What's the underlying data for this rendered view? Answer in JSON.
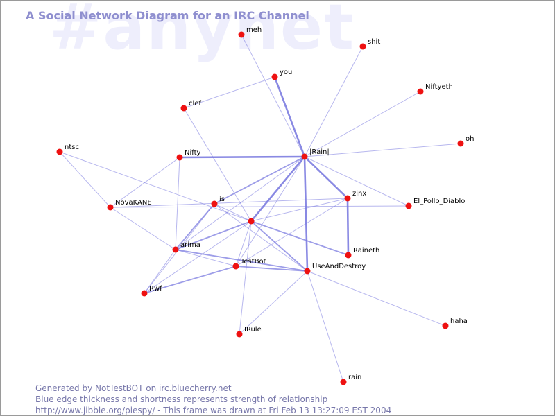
{
  "watermark": "#anynet",
  "title": "A Social Network Diagram for an IRC Channel",
  "footer": {
    "line1": "Generated by NotTestBOT on irc.bluecherry.net",
    "line2": "Blue edge thickness and shortness represents strength of relationship",
    "line3": "http://www.jibble.org/piespy/ - This frame was drawn at Fri Feb 13 13:27:09 EST 2004"
  },
  "colors": {
    "node": "#ee1111",
    "edge": "#7c7ce0",
    "label": "#000000"
  },
  "nodes": [
    {
      "id": "meh",
      "label": "meh"
    },
    {
      "id": "shit",
      "label": "shit"
    },
    {
      "id": "you",
      "label": "you"
    },
    {
      "id": "Niftyeth",
      "label": "Niftyeth"
    },
    {
      "id": "clef",
      "label": "clef"
    },
    {
      "id": "oh",
      "label": "oh"
    },
    {
      "id": "ntsc",
      "label": "ntsc"
    },
    {
      "id": "Nifty",
      "label": "Nifty"
    },
    {
      "id": "Rain",
      "label": "|Rain|"
    },
    {
      "id": "zinx",
      "label": "zinx"
    },
    {
      "id": "El_Pollo_Diablo",
      "label": "El_Pollo_Diablo"
    },
    {
      "id": "is",
      "label": "is"
    },
    {
      "id": "NovaKANE",
      "label": "NovaKANE"
    },
    {
      "id": "i",
      "label": "i"
    },
    {
      "id": "arima",
      "label": "arima"
    },
    {
      "id": "Raineth",
      "label": "Raineth"
    },
    {
      "id": "TestBot",
      "label": "TestBot"
    },
    {
      "id": "UseAndDestroy",
      "label": "UseAndDestroy"
    },
    {
      "id": "Rwf",
      "label": "Rwf"
    },
    {
      "id": "haha",
      "label": "haha"
    },
    {
      "id": "IRule",
      "label": "IRule"
    },
    {
      "id": "rain",
      "label": "rain"
    }
  ],
  "edges": [
    {
      "source": "Rain",
      "target": "meh",
      "weight": 1
    },
    {
      "source": "Rain",
      "target": "shit",
      "weight": 1
    },
    {
      "source": "Rain",
      "target": "you",
      "weight": 3
    },
    {
      "source": "Rain",
      "target": "Niftyeth",
      "weight": 1
    },
    {
      "source": "Rain",
      "target": "oh",
      "weight": 1
    },
    {
      "source": "Rain",
      "target": "Nifty",
      "weight": 3
    },
    {
      "source": "Rain",
      "target": "zinx",
      "weight": 3
    },
    {
      "source": "Rain",
      "target": "El_Pollo_Diablo",
      "weight": 1
    },
    {
      "source": "Rain",
      "target": "is",
      "weight": 2
    },
    {
      "source": "Rain",
      "target": "i",
      "weight": 3
    },
    {
      "source": "Rain",
      "target": "UseAndDestroy",
      "weight": 3
    },
    {
      "source": "Rain",
      "target": "TestBot",
      "weight": 1
    },
    {
      "source": "Rain",
      "target": "arima",
      "weight": 1
    },
    {
      "source": "clef",
      "target": "you",
      "weight": 1
    },
    {
      "source": "clef",
      "target": "i",
      "weight": 1
    },
    {
      "source": "ntsc",
      "target": "NovaKANE",
      "weight": 1
    },
    {
      "source": "ntsc",
      "target": "i",
      "weight": 1
    },
    {
      "source": "Nifty",
      "target": "NovaKANE",
      "weight": 1
    },
    {
      "source": "Nifty",
      "target": "arima",
      "weight": 1
    },
    {
      "source": "NovaKANE",
      "target": "arima",
      "weight": 1
    },
    {
      "source": "NovaKANE",
      "target": "zinx",
      "weight": 1
    },
    {
      "source": "NovaKANE",
      "target": "El_Pollo_Diablo",
      "weight": 1
    },
    {
      "source": "is",
      "target": "arima",
      "weight": 2
    },
    {
      "source": "is",
      "target": "Rwf",
      "weight": 1
    },
    {
      "source": "is",
      "target": "i",
      "weight": 1
    },
    {
      "source": "is",
      "target": "UseAndDestroy",
      "weight": 1
    },
    {
      "source": "i",
      "target": "zinx",
      "weight": 1
    },
    {
      "source": "i",
      "target": "arima",
      "weight": 2
    },
    {
      "source": "i",
      "target": "Raineth",
      "weight": 2
    },
    {
      "source": "i",
      "target": "TestBot",
      "weight": 1
    },
    {
      "source": "i",
      "target": "UseAndDestroy",
      "weight": 2
    },
    {
      "source": "i",
      "target": "Rwf",
      "weight": 1
    },
    {
      "source": "i",
      "target": "IRule",
      "weight": 1
    },
    {
      "source": "zinx",
      "target": "Raineth",
      "weight": 3
    },
    {
      "source": "zinx",
      "target": "TestBot",
      "weight": 1
    },
    {
      "source": "arima",
      "target": "TestBot",
      "weight": 1
    },
    {
      "source": "arima",
      "target": "UseAndDestroy",
      "weight": 2
    },
    {
      "source": "arima",
      "target": "Rwf",
      "weight": 1
    },
    {
      "source": "TestBot",
      "target": "UseAndDestroy",
      "weight": 2
    },
    {
      "source": "TestBot",
      "target": "Rwf",
      "weight": 2
    },
    {
      "source": "UseAndDestroy",
      "target": "haha",
      "weight": 1
    },
    {
      "source": "UseAndDestroy",
      "target": "IRule",
      "weight": 1
    },
    {
      "source": "UseAndDestroy",
      "target": "rain",
      "weight": 1
    }
  ]
}
